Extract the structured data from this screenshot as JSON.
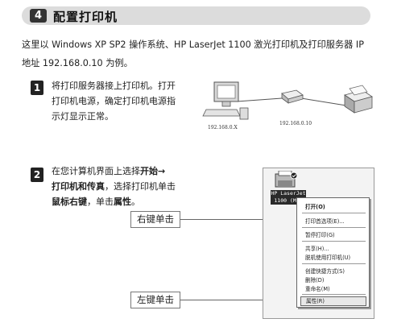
{
  "section": {
    "number": "4",
    "title": "配置打印机"
  },
  "intro": {
    "line1": "这里以 Windows XP SP2 操作系统、HP LaserJet 1100 激光打印机及打印服务器 IP",
    "line2": "地址 192.168.0.10 为例。"
  },
  "step1": {
    "badge": "1",
    "lines": [
      "将打印服务器接上打印机。打开",
      "打印机电源，确定打印机电源指",
      "示灯显示正常。"
    ]
  },
  "diagram": {
    "pc_ip": "192.168.0.X",
    "server_ip": "192.168.0.10",
    "icons": [
      "computer-icon",
      "print-server-icon",
      "printer-icon"
    ]
  },
  "step2": {
    "badge": "2",
    "line1_pre": "在您计算机界面上选择",
    "line1_bold": "开始→",
    "line2_bold": "打印机和传真",
    "line2_post": "，选择打印机单击",
    "line3_bold1": "鼠标右键",
    "line3_mid": "，单击",
    "line3_bold2": "属性",
    "line3_end": "。"
  },
  "callouts": {
    "right_click": "右键单击",
    "left_click": "左键单击"
  },
  "printer_icon_label": {
    "line1": "HP LaserJet",
    "line2": "1100 (MS)"
  },
  "context_menu": {
    "items": [
      "打开(O)",
      "打印首选项(E)...",
      "暂停打印(G)",
      "共享(H)...",
      "脱机使用打印机(U)",
      "创建快捷方式(S)",
      "删除(D)",
      "重命名(M)",
      "属性(R)"
    ]
  }
}
